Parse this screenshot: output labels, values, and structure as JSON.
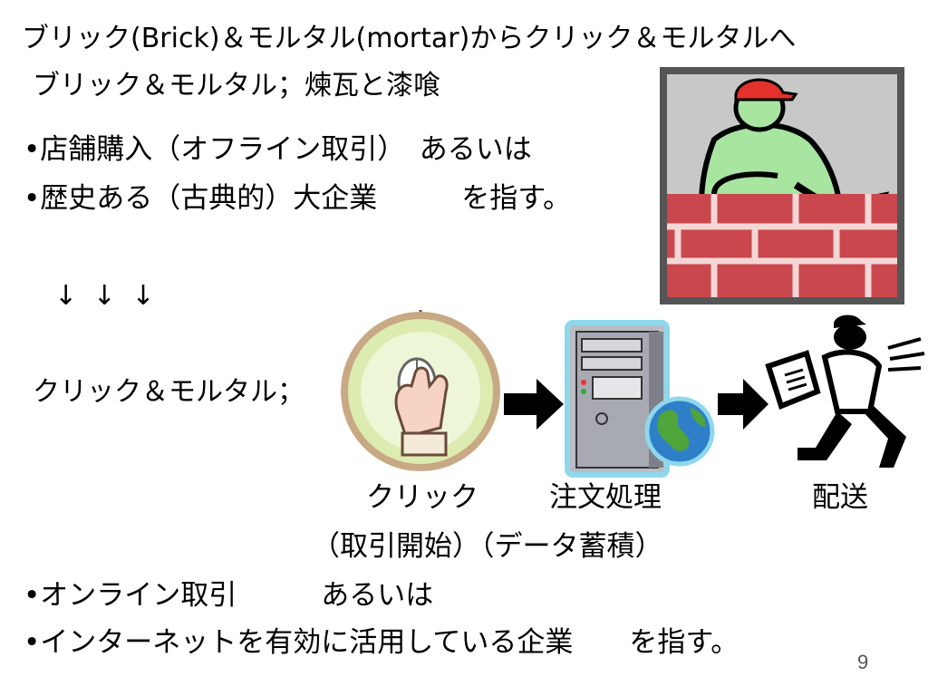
{
  "slide": {
    "title": "ブリック(Brick)＆モルタル(mortar)からクリック＆モルタルへ",
    "subtitle": "ブリック＆モルタル；煉瓦と漆喰",
    "bullets_top": [
      "•店舗購入（オフライン取引）　あるいは",
      "•歴史ある（古典的）大企業　　　を指す。"
    ],
    "down_arrows": "↓ ↓ ↓",
    "click_mortar_label": "クリック＆モルタル；",
    "flow": {
      "click_label": "クリック",
      "order_label": "注文処理",
      "delivery_label": "配送",
      "paren_labels": "（取引開始）（データ蓄積）"
    },
    "bullets_bottom": [
      "•オンライン取引　　　あるいは",
      "•インターネットを有効に活用している企業　　を指す。"
    ],
    "page_number": "9"
  },
  "icons": {
    "bricklayer": "bricklayer-clipart-icon",
    "mouse_click": "mouse-click-icon",
    "flow_arrow": "right-arrow-icon",
    "server": "server-globe-icon",
    "courier": "running-courier-icon"
  },
  "colors": {
    "brick": "#c9474d",
    "shirt": "#a7e5a0",
    "cap": "#e3312b",
    "circle_fill": "#dcecb0",
    "circle_ring": "#c8a985",
    "server_body": "#b9bcc4",
    "server_outline": "#8fd8ec",
    "globe_ocean": "#2f7fc8",
    "globe_land": "#4fa53a"
  }
}
